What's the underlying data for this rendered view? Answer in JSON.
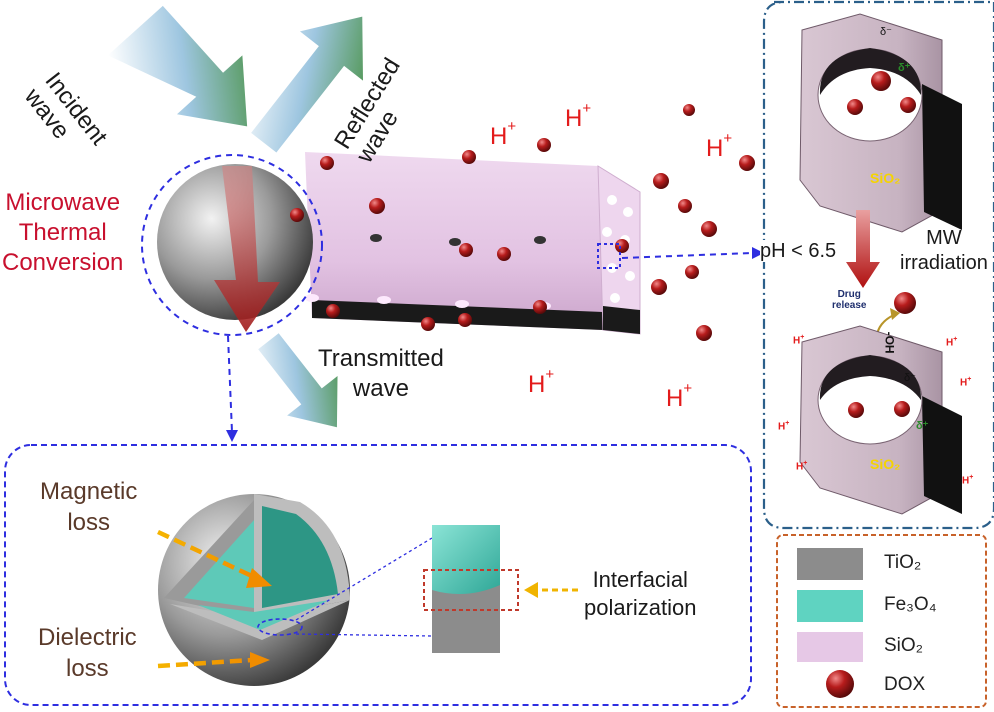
{
  "labels": {
    "incident_wave": "Incident\nwave",
    "reflected_wave": "Reflected\nwave",
    "microwave_thermal": "Microwave\nThermal\nConversion",
    "transmitted_wave": "Transmitted\nwave",
    "magnetic_loss": "Magnetic\nloss",
    "dielectric_loss": "Dielectric\nloss",
    "interfacial_polarization": "Interfacial\npolarization",
    "ph_condition": "pH < 6.5",
    "mw_irradiation": "MW\nirradiation",
    "drug_release": "Drug\nrelease",
    "sio2_top": "SiO₂",
    "sio2_bottom": "SiO₂",
    "h_plus": "H",
    "h_plus_sup": "+",
    "oh_label": "-OH",
    "delta_minus": "δ⁻",
    "delta_plus": "δ⁺"
  },
  "legend": [
    {
      "label": "TiO₂",
      "color": "#8c8c8c",
      "kind": "swatch"
    },
    {
      "label": "Fe₃O₄",
      "color": "#5fd3c1",
      "kind": "swatch"
    },
    {
      "label": "SiO₂",
      "color": "#e6c8e6",
      "kind": "swatch"
    },
    {
      "label": "DOX",
      "color": "#b71c1c",
      "kind": "ball"
    }
  ],
  "colors": {
    "arrow_green": "#3d8a2f",
    "arrow_red": "#b22222",
    "dashed_blue": "#2e2ee0",
    "panel_border": "#2b5f8a",
    "legend_border": "#c8622a",
    "tube": "#e6c8e6",
    "dox": "#b71c1c"
  }
}
